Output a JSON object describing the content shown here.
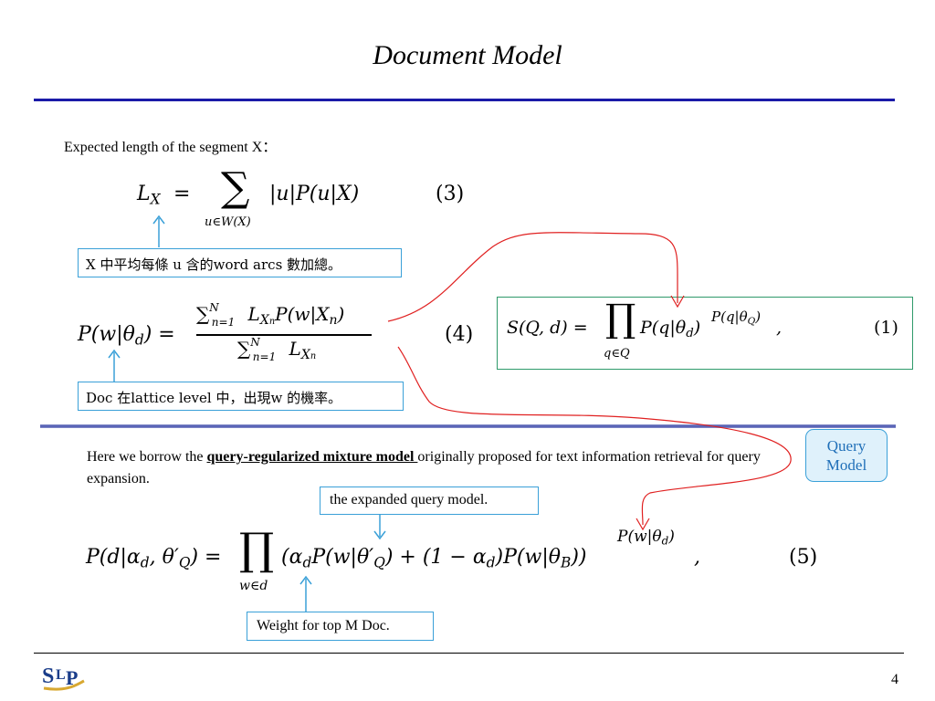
{
  "slide": {
    "title": "Document Model",
    "page_number": "4",
    "logo_text": "SLP"
  },
  "seg_intro": "Expected length of the segment X：",
  "eq3": {
    "lhs": "L",
    "lhs_sub": "X",
    "eq": "=",
    "sum_sym": "∑",
    "sum_under": "u∈W(X)",
    "body": "|u|P(u|X)",
    "number": "(3)"
  },
  "note_x": "X 中平均每條 u 含的word arcs 數加總。",
  "eq4": {
    "lhs": "P(w|θ",
    "lhs_sub": "d",
    "lhs_close": ") =",
    "numer": "∑ⁿ₌₁ᴺ L_Xₙ P(w|Xₙ)",
    "denom": "∑ⁿ₌₁ᴺ L_Xₙ",
    "number": "(4)"
  },
  "note_doc": "Doc 在lattice level 中，出現w 的機率。",
  "eq1": {
    "lhs": "S(Q, d) =",
    "prod_sym": "∏",
    "prod_under": "q∈Q",
    "body": "P(q|θ",
    "body_sub": "d",
    "body_close": ")",
    "exp": "P(q|θ",
    "exp_sub": "Q",
    "exp_close": ")",
    "comma": ",",
    "number": "(1)"
  },
  "query_model_label": "Query Model",
  "para": {
    "before": "Here we borrow the ",
    "bold": "query-regularized mixture model ",
    "after": "originally proposed for text information retrieval for query expansion."
  },
  "note_expanded": "the expanded query model.",
  "eq5": {
    "lhs": "P(d|α",
    "lhs_sub1": "d",
    "lhs_mid": ", θ′",
    "lhs_sub2": "Q",
    "lhs_close": ") =",
    "prod_sym": "∏",
    "prod_under": "w∈d",
    "body_a": "(α",
    "body_a_sub": "d",
    "body_b": "P(w|θ′",
    "body_b_sub": "Q",
    "body_c": ") + (1 − α",
    "body_c_sub": "d",
    "body_d": ")P(w|θ",
    "body_d_sub": "B",
    "body_e": "))",
    "exp": "P(w|θ",
    "exp_sub": "d",
    "exp_close": ")",
    "comma": ",",
    "number": "(5)"
  },
  "note_weight": "Weight for top M Doc.",
  "colors": {
    "rule_top": "#1a1aa8",
    "rule_mid": "#4a55b0",
    "callout_border": "#3aa0d8",
    "eq1_border": "#2e9a6a",
    "query_box_fill": "#dff1fb",
    "query_text": "#1f6fb8",
    "red_arrow": "#e02020"
  }
}
